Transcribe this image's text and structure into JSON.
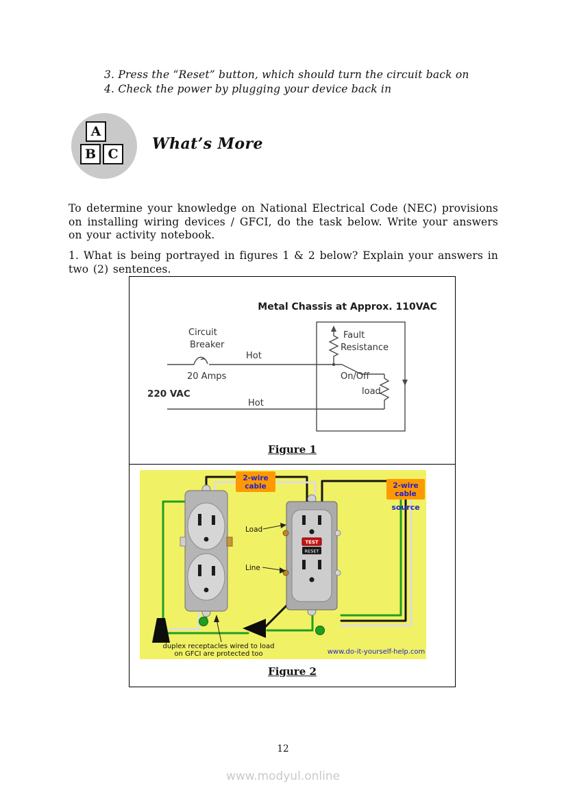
{
  "meta": {
    "page_number": "12",
    "watermark": "www.modyul.online"
  },
  "steps": {
    "line3": "3. Press the “Reset” button, which should turn the circuit back on",
    "line4": "4. Check the power by plugging your device back in"
  },
  "section": {
    "title": "What’s More",
    "icon_blocks": {
      "a": "A",
      "b": "B",
      "c": "C"
    }
  },
  "body": {
    "intro": "To determine your knowledge on National Electrical Code (NEC) provisions on installing wiring devices / GFCI, do the task below. Write your answers on your activity notebook.",
    "question": "1. What is being portrayed in figures 1 & 2 below? Explain your answers in two (2) sentences."
  },
  "figure1": {
    "caption": "Figure 1",
    "chassis_label": "Metal Chassis at Approx. 110VAC",
    "circuit_breaker_line1": "Circuit",
    "circuit_breaker_line2": "Breaker",
    "hot_top": "Hot",
    "amps": "20 Amps",
    "source_voltage": "220 VAC",
    "hot_bottom": "Hot",
    "fault_line1": "Fault",
    "fault_line2": "Resistance",
    "switch_label": "On/Off",
    "load_label": "load"
  },
  "figure2": {
    "caption": "Figure 2",
    "cable_label_left_line1": "2-wire",
    "cable_label_left_line2": "cable",
    "cable_label_right_line1": "2-wire",
    "cable_label_right_line2": "cable",
    "source_label": "source",
    "load_label": "Load",
    "line_label": "Line",
    "test_button": "TEST",
    "reset_button": "RESET",
    "note_line1": "duplex receptacles wired to load",
    "note_line2": "on GFCI are protected too",
    "website": "www.do-it-yourself-help.com",
    "colors": {
      "background": "#f1f165",
      "cable_label_bg": "#ff9900",
      "cable_label_text": "#2222cc",
      "wire_green": "#1f9e1f",
      "test_red": "#cc1111",
      "link_blue": "#2222cc"
    }
  }
}
